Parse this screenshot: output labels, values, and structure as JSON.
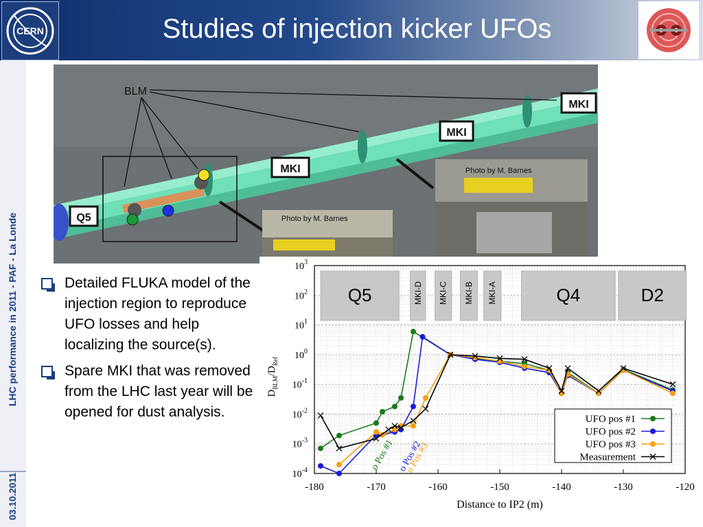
{
  "slide": {
    "title": "Studies of injection kicker UFOs",
    "sidebar_title": "LHC performance in 2011 - PAF - La Londe",
    "sidebar_date": "03.10.2011",
    "cern_logo_text": "CERN"
  },
  "photo": {
    "blm_label": "BLM",
    "mki_labels": [
      "MKI",
      "MKI",
      "MKI"
    ],
    "q5_label": "Q5",
    "credit_1": "Photo by M. Barnes",
    "credit_2": "Photo by M. Barnes"
  },
  "bullets": [
    "Detailed FLUKA model of the injection region to reproduce UFO losses and help localizing the source(s).",
    "Spare MKI that was removed from the LHC last year will be opened for dust analysis."
  ],
  "colors": {
    "pos1": "#1a7a1a",
    "pos2": "#1a1adc",
    "pos3": "#f5a010",
    "measurement": "#000000",
    "header": "#0e2f6e"
  },
  "chart_data": {
    "type": "line",
    "xlabel": "Distance to IP2 (m)",
    "ylabel_main": "D",
    "ylabel_sub1": "BLM",
    "ylabel_mid": "/D",
    "ylabel_sub2": "Ref",
    "xlim": [
      -180,
      -120
    ],
    "ylim_log10": [
      -4,
      3
    ],
    "x_ticks": [
      -180,
      -170,
      -160,
      -150,
      -140,
      -130,
      -120
    ],
    "x_tick_labels": [
      "-180",
      "-170",
      "-160",
      "-150",
      "-140",
      "-130",
      "-120"
    ],
    "y_ticks": [
      {
        "base": "10",
        "exp": "-4",
        "value": -4
      },
      {
        "base": "10",
        "exp": "-3",
        "value": -3
      },
      {
        "base": "10",
        "exp": "-2",
        "value": -2
      },
      {
        "base": "10",
        "exp": "-1",
        "value": -1
      },
      {
        "base": "10",
        "exp": "0",
        "value": 0
      },
      {
        "base": "10",
        "exp": "1",
        "value": 1
      },
      {
        "base": "10",
        "exp": "2",
        "value": 2
      },
      {
        "base": "10",
        "exp": "3",
        "value": 3
      }
    ],
    "grid": true,
    "legend_position": "bottom-right",
    "elements": [
      {
        "label": "Q5",
        "x0": -179,
        "x1": -166.3
      },
      {
        "label": "MKI-D",
        "x0": -164.5,
        "x1": -162
      },
      {
        "label": "MKI-C",
        "x0": -160.5,
        "x1": -157.8
      },
      {
        "label": "MKI-B",
        "x0": -156.4,
        "x1": -153.6
      },
      {
        "label": "MKI-A",
        "x0": -152.6,
        "x1": -149.8
      },
      {
        "label": "Q4",
        "x0": -146.5,
        "x1": -131.3
      },
      {
        "label": "D2",
        "x0": -130.8,
        "x1": -119.8
      }
    ],
    "series": [
      {
        "name": "UFO pos #1",
        "color": "#1a7a1a",
        "marker": "circle",
        "x": [
          -179,
          -176,
          -170,
          -169,
          -167,
          -166,
          -164,
          -158,
          -154,
          -150,
          -146,
          -142,
          -140,
          -139,
          -134,
          -130,
          -122
        ],
        "y": [
          0.0007,
          0.0019,
          0.005,
          0.012,
          0.018,
          0.035,
          6,
          1.0,
          0.75,
          0.6,
          0.5,
          0.3,
          0.05,
          0.25,
          0.05,
          0.32,
          0.065
        ]
      },
      {
        "name": "UFO pos #2",
        "color": "#1a1adc",
        "marker": "circle",
        "x": [
          -179,
          -176,
          -170,
          -169,
          -167,
          -166,
          -164,
          -162.5,
          -158,
          -154,
          -150,
          -146,
          -142,
          -140,
          -139,
          -134,
          -130,
          -122
        ],
        "y": [
          0.00018,
          0.0001,
          0.002,
          0.002,
          0.0025,
          0.003,
          0.018,
          4,
          1.0,
          0.7,
          0.55,
          0.35,
          0.25,
          0.05,
          0.2,
          0.05,
          0.3,
          0.06
        ]
      },
      {
        "name": "UFO pos #3",
        "color": "#f5a010",
        "marker": "circle",
        "x": [
          -176,
          -170,
          -169,
          -167,
          -166,
          -164,
          -162,
          -158,
          -154,
          -150,
          -146,
          -142,
          -140,
          -139,
          -134,
          -130,
          -122
        ],
        "y": [
          0.0002,
          0.0025,
          0.002,
          0.003,
          0.004,
          0.004,
          0.035,
          1.0,
          0.8,
          0.6,
          0.4,
          0.3,
          0.05,
          0.22,
          0.05,
          0.3,
          0.05
        ]
      },
      {
        "name": "Measurement",
        "color": "#000000",
        "marker": "x",
        "x": [
          -179,
          -176,
          -170,
          -168,
          -167,
          -166,
          -164,
          -162,
          -158,
          -154,
          -150,
          -146,
          -142,
          -140,
          -139,
          -134,
          -130,
          -122
        ],
        "y": [
          0.009,
          0.0007,
          0.0015,
          0.003,
          0.004,
          0.0035,
          0.006,
          0.015,
          1.0,
          0.9,
          0.75,
          0.7,
          0.35,
          0.06,
          0.35,
          0.06,
          0.35,
          0.1
        ]
      }
    ],
    "annotations": [
      {
        "text": "o Pos #1",
        "color": "#1a7a1a",
        "x": -170,
        "y": -3.9
      },
      {
        "text": "o Pos #2",
        "color": "#1a1adc",
        "x": -165.5,
        "y": -3.95
      },
      {
        "text": "o Pos #3",
        "color": "#f5a010",
        "x": -164.3,
        "y": -4.0
      }
    ]
  }
}
